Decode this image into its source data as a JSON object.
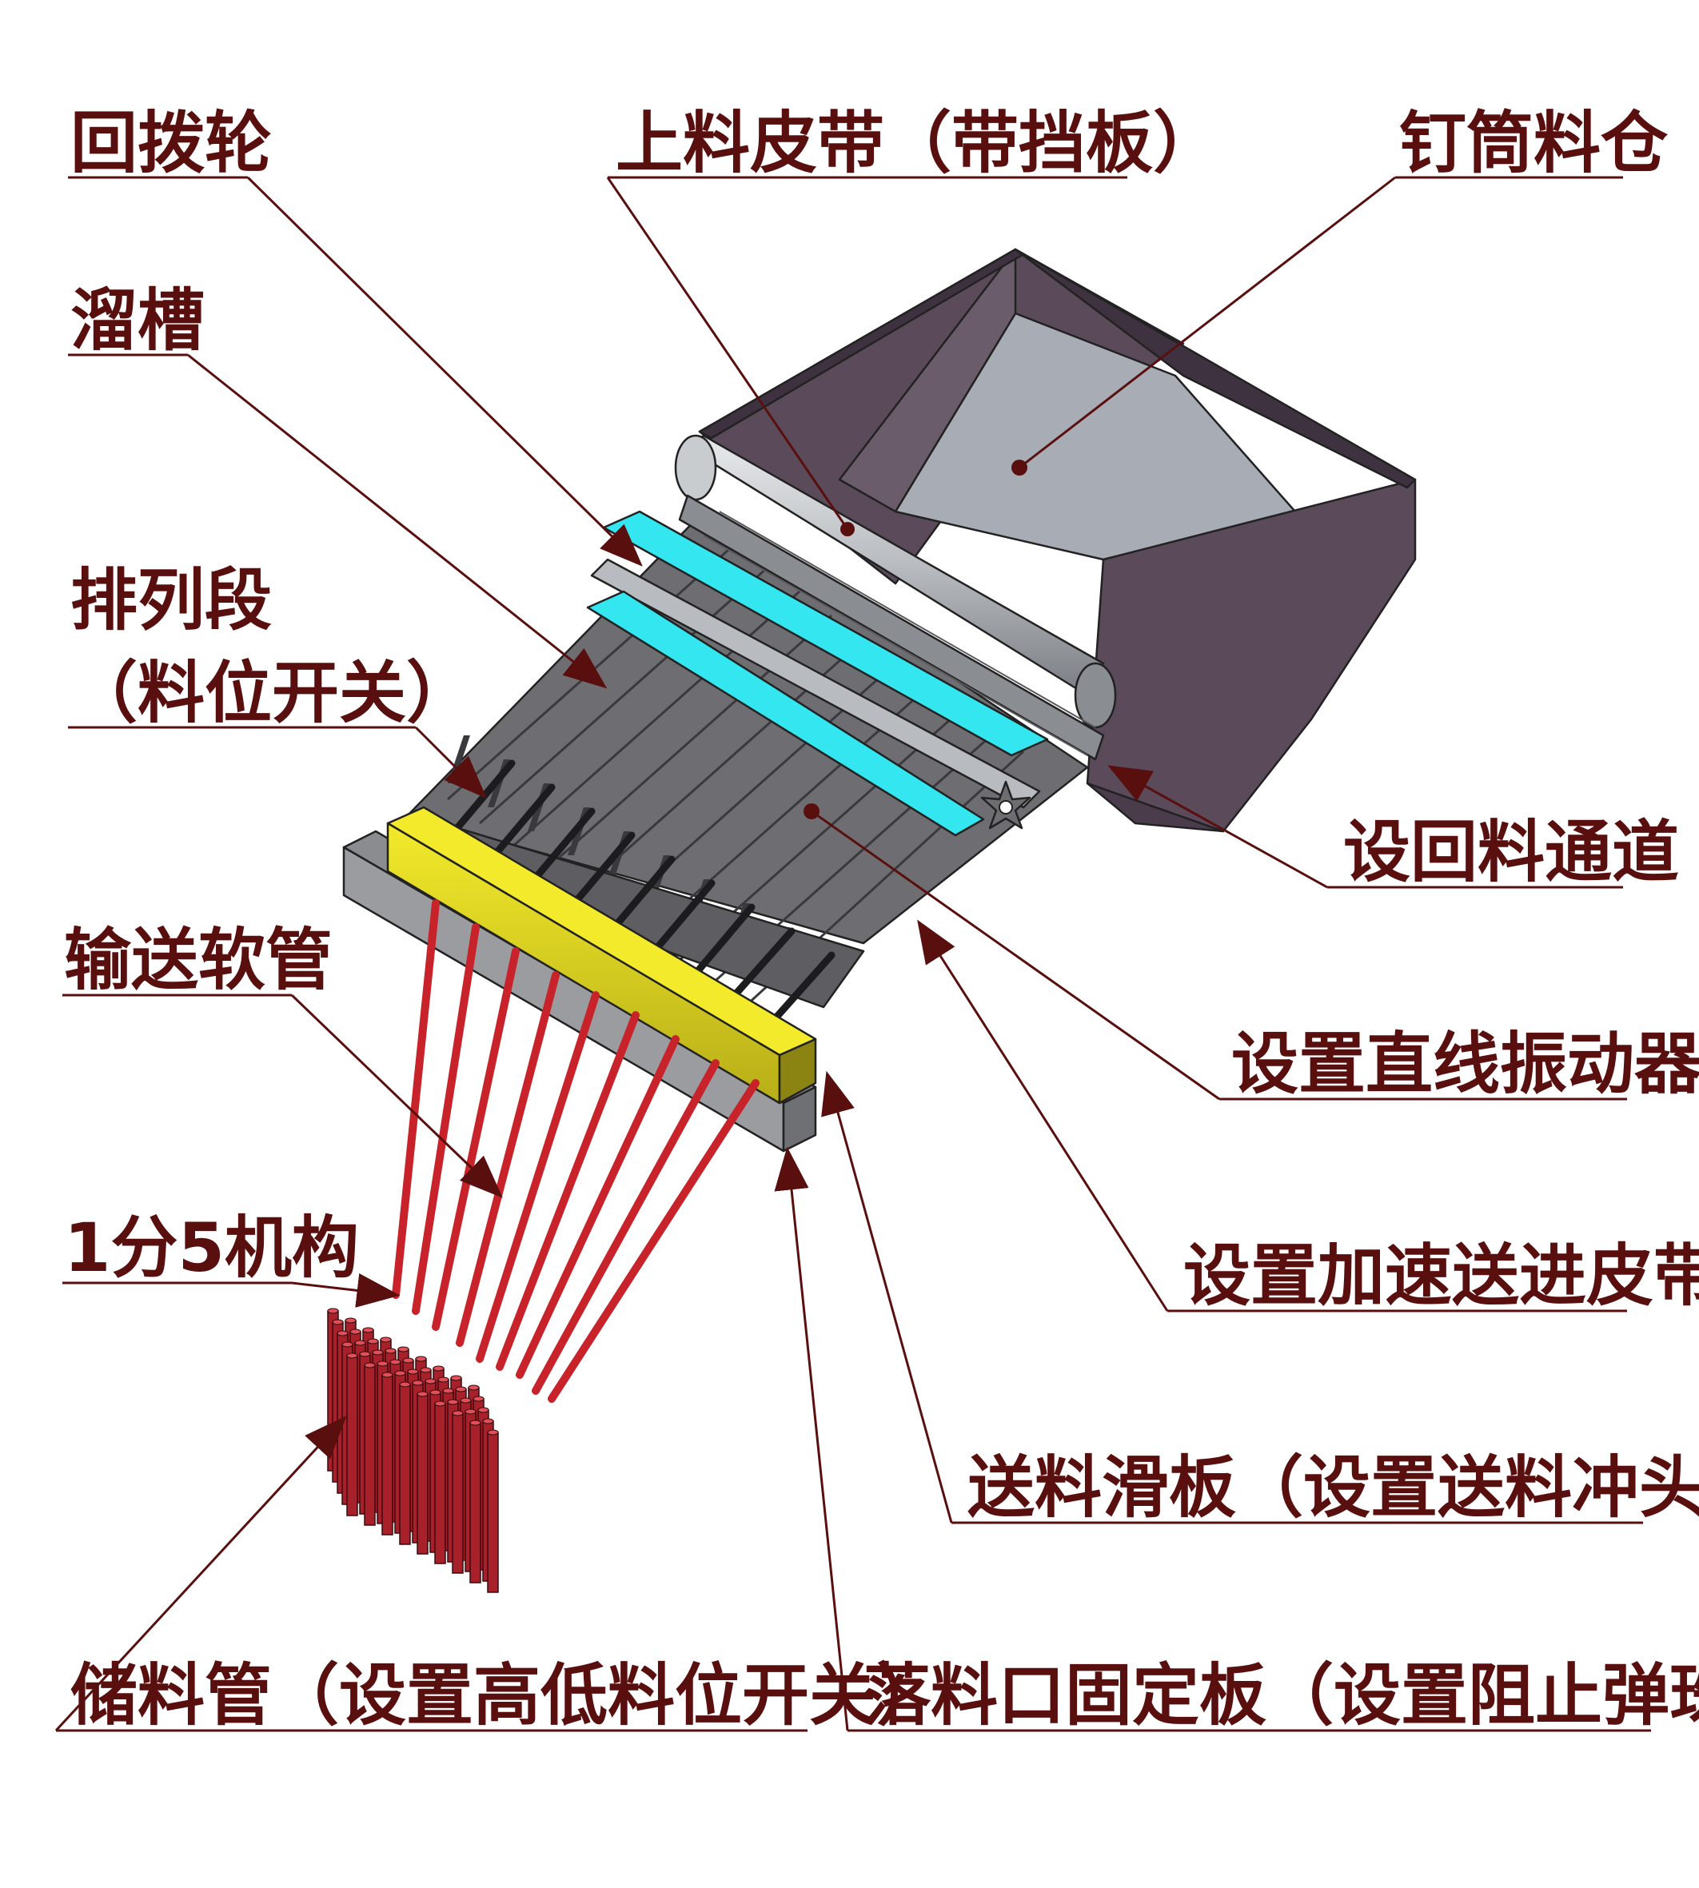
{
  "labels": {
    "huibolun": "回拨轮",
    "shangliao": "上料皮带（带挡板）",
    "dingtong": "钉筒料仓",
    "liucao": "溜槽",
    "pailie_1": "排列段",
    "pailie_2": "（料位开关）",
    "huiliao": "设回料通道",
    "shusong": "输送软管",
    "zhenzhong": "设置直线振动器",
    "fenwu": "1分5机构",
    "jiasu": "设置加速送进皮带",
    "songliao": "送料滑板（设置送料冲头）",
    "chuliao": "储料管（设置高低料位开关）",
    "luoliao": "落料口固定板（设置阻止弹珠）"
  },
  "colors": {
    "label_text": "#5a0f0f",
    "hopper_dark": "#5a4a5a",
    "hopper_light": "#a8adb5",
    "chute_gray": "#6e6e72",
    "cyan_guide": "#33e6f0",
    "yellow_block": "#e6dc1e",
    "tube_red": "#c8232a",
    "storage_tube": "#a8212a"
  }
}
